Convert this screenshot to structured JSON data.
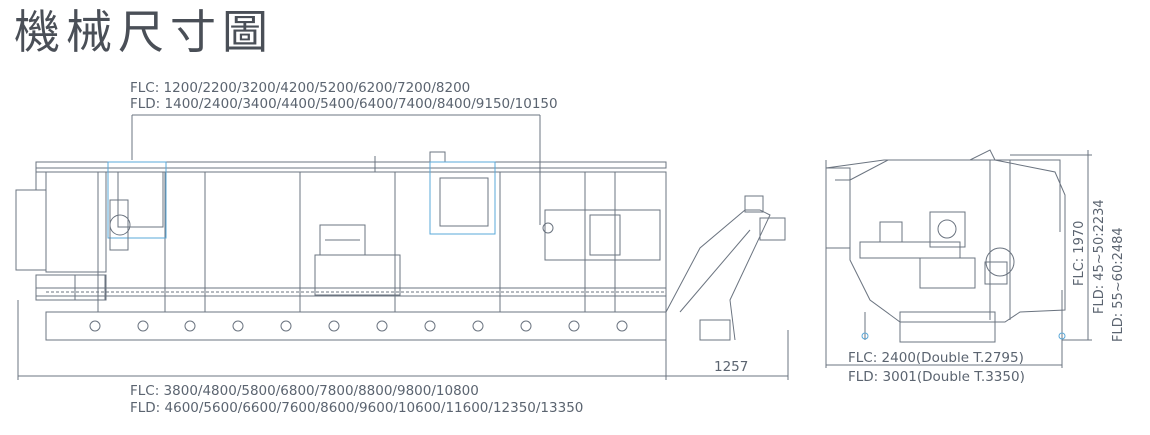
{
  "title": "機械尺寸圖",
  "dims": {
    "top_flc": "FLC: 1200/2200/3200/4200/5200/6200/7200/8200",
    "top_fld": "FLD: 1400/2400/3400/4400/5400/6400/7400/8400/9150/10150",
    "bottom_flc": "FLC: 3800/4800/5800/6800/7800/8800/9800/10800",
    "bottom_fld": "FLD: 4600/5600/6600/7600/8600/9600/10600/11600/12350/13350",
    "conveyor": "1257",
    "side_flc": "FLC: 2400(Double T.2795)",
    "side_fld": "FLD: 3001(Double T.3350)",
    "height_flc": "FLC: 1970",
    "height_fld_45": "FLD: 45~50:2234",
    "height_fld_55": "FLD: 55~60:2484"
  },
  "colors": {
    "line": "#6b7480",
    "accent": "#5aa8d8",
    "text": "#5b6470"
  }
}
